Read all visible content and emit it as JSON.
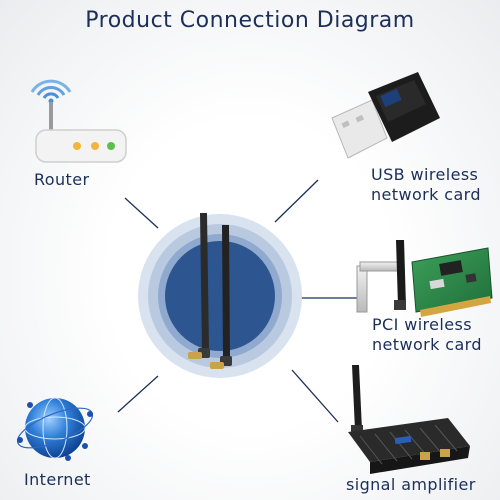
{
  "title": "Product Connection Diagram",
  "items": {
    "router": {
      "label": "Router"
    },
    "usb": {
      "label_line1": "USB wireless",
      "label_line2": "network card"
    },
    "pci": {
      "label_line1": "PCI wireless",
      "label_line2": "network card"
    },
    "internet": {
      "label": "Internet"
    },
    "amplifier": {
      "label": "signal amplifier"
    }
  },
  "colors": {
    "title": "#1c2f59",
    "connector": "#1c2f59",
    "circle_outer": "#c7d4e8",
    "circle_inner": "#2d5590"
  },
  "icons": {
    "router": "router-icon",
    "usb": "usb-adapter-icon",
    "pci": "pci-card-icon",
    "internet": "globe-icon",
    "amplifier": "amplifier-icon",
    "center": "dual-antenna-icon"
  }
}
